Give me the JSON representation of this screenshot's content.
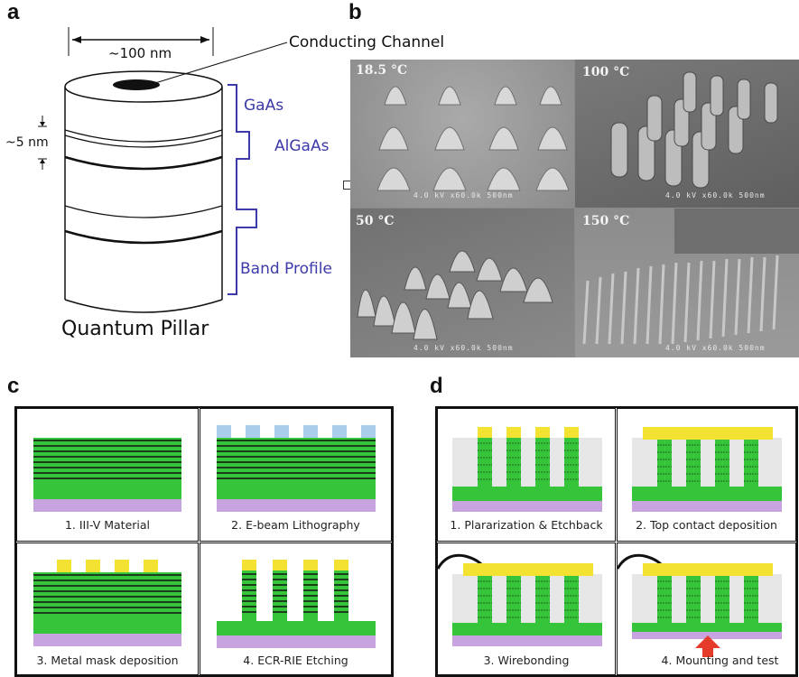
{
  "panel_a": {
    "letter": "a",
    "width_label": "~100 nm",
    "channel_label": "Conducting Channel",
    "thickness_label": "~5 nm",
    "gaas_label": "GaAs",
    "algaas_label": "AlGaAs",
    "band_label": "Band Profile",
    "caption": "Quantum Pillar"
  },
  "panel_b": {
    "letter": "b",
    "tiles": [
      {
        "temp": "18.5 °C",
        "scale": "4.0 kV  x60.0k  500nm"
      },
      {
        "temp": "100 °C",
        "scale": "4.0 kV  x60.0k  500nm"
      },
      {
        "temp": "50 °C",
        "scale": "4.0 kV  x60.0k  500nm"
      },
      {
        "temp": "150 °C",
        "scale": "4.0 kV  x60.0k  500nm"
      }
    ]
  },
  "panel_c": {
    "letter": "c",
    "steps": [
      "1. III-V Material",
      "2. E-beam Lithography",
      "3. Metal mask deposition",
      "4. ECR-RIE Etching"
    ]
  },
  "panel_d": {
    "letter": "d",
    "steps": [
      "1. Plararization & Etchback",
      "2. Top contact deposition",
      "3. Wirebonding",
      "4. Mounting and test"
    ]
  },
  "colors": {
    "green": "#35c43a",
    "purple": "#c7a3e0",
    "yellow": "#f4e233",
    "lightblue": "#a9cdea",
    "gray": "#e6e6e6",
    "red": "#e53b2a",
    "band_blue": "#3b3aa8"
  }
}
